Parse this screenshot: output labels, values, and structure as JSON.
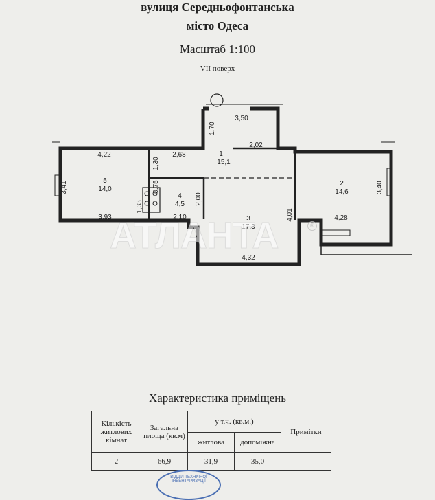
{
  "header": {
    "street": "вулиця Середньофонтанська",
    "city": "місто Одеса",
    "scale": "Масштаб 1:100",
    "floor": "VII поверх"
  },
  "plan": {
    "rooms": [
      {
        "num": "1",
        "area": "15,1"
      },
      {
        "num": "2",
        "area": "14,6"
      },
      {
        "num": "3",
        "area": "17,3"
      },
      {
        "num": "4",
        "area": "4,5"
      },
      {
        "num": "5",
        "area": "14,0"
      }
    ],
    "dims": [
      "3,50",
      "1,70",
      "2,02",
      "4,22",
      "2,68",
      "1,30",
      "3,41",
      "0,75",
      "1,33",
      "2,00",
      "3,93",
      "2,10",
      "4,01",
      "4,32",
      "3,40",
      "4,28"
    ]
  },
  "watermark": {
    "text": "АТЛАНТА",
    "reg": "®"
  },
  "characteristics": {
    "title": "Характеристика приміщень",
    "headers": {
      "rooms_count": "Кількість житлових кімнат",
      "total_area": "Загальна площа (кв.м)",
      "incl": "у т.ч. (кв.м.)",
      "living": "житлова",
      "auxiliary": "допоміжна",
      "notes": "Примітки"
    },
    "row": {
      "rooms_count": "2",
      "total_area": "66,9",
      "living": "31,9",
      "auxiliary": "35,0",
      "notes": ""
    }
  },
  "stamp": {
    "text": "ВІДДІЛ ТЕХНІЧНОЇ ІНВЕНТАРИЗАЦІЇ"
  }
}
